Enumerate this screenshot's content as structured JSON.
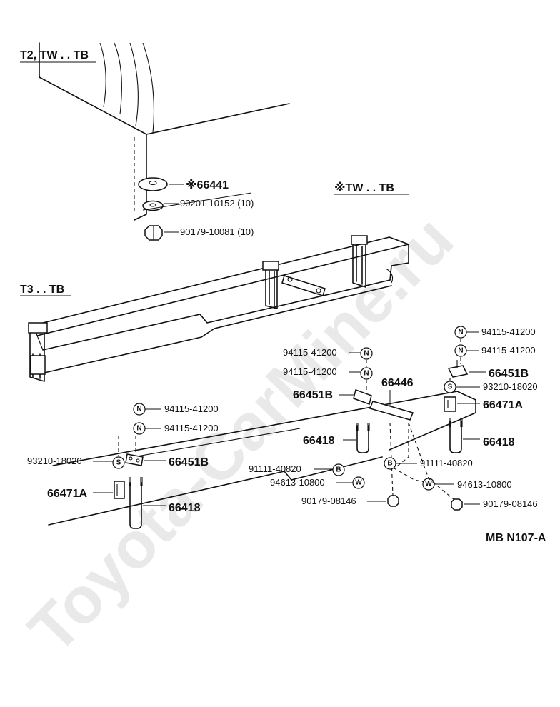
{
  "watermark": "Toyota-CarMine.ru",
  "headers": {
    "t2_tw_tb": "T2, TW . . TB",
    "tw_tb": "※TW . . TB",
    "t3_tb": "T3 . . TB"
  },
  "parts": {
    "p66441": "※66441",
    "p90201": "90201-10152 (10)",
    "p90179_10081": "90179-10081 (10)",
    "left_n1": "94115-41200",
    "left_n2": "94115-41200",
    "left_s": "93210-18020",
    "left_66451b": "66451B",
    "left_66471a": "66471A",
    "left_66418": "66418",
    "mid_n1": "94115-41200",
    "mid_n2": "94115-41200",
    "mid_66451b": "66451B",
    "mid_66446": "66446",
    "mid_66418": "66418",
    "mid_b": "91111-40820",
    "mid_w": "94613-10800",
    "mid_nut": "90179-08146",
    "right_n1": "94115-41200",
    "right_n2": "94115-41200",
    "right_66451b": "66451B",
    "right_s": "93210-18020",
    "right_66471a": "66471A",
    "right_66418": "66418",
    "right_b": "91111-40820",
    "right_w": "94613-10800",
    "right_nut": "90179-08146"
  },
  "symbols": {
    "n": "N",
    "s": "S",
    "b": "B",
    "w": "W"
  },
  "diagram_code": "MB N107-A"
}
